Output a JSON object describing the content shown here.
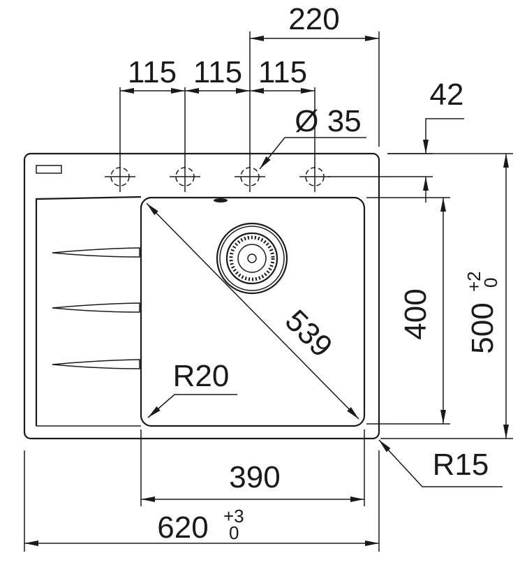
{
  "title": "Sink technical drawing",
  "dimensions": {
    "top_span": "220",
    "tap_spacing": [
      "115",
      "115",
      "115"
    ],
    "hole_diameter": "Ø 35",
    "hole_offset": "42",
    "basin_depth": "400",
    "overall_depth": "500",
    "overall_depth_tol_upper": "+2",
    "overall_depth_tol_lower": "0",
    "diagonal": "539",
    "inner_radius": "R20",
    "outer_radius": "R15",
    "basin_width": "390",
    "overall_width": "620",
    "overall_width_tol_upper": "+3",
    "overall_width_tol_lower": "0"
  }
}
